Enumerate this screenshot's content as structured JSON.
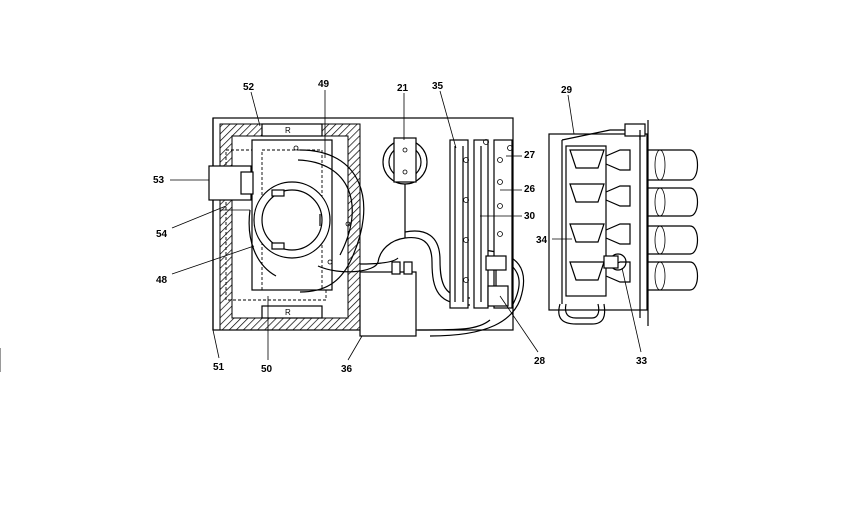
{
  "callouts": {
    "c52": "52",
    "c49": "49",
    "c21": "21",
    "c35": "35",
    "c27": "27",
    "c26": "26",
    "c30": "30",
    "c29": "29",
    "c34": "34",
    "c33": "33",
    "c53": "53",
    "c54": "54",
    "c48": "48",
    "c51": "51",
    "c50": "50",
    "c36": "36",
    "c28": "28"
  },
  "colors": {
    "line": "#000000",
    "background": "#ffffff",
    "insulation_hatch": "#000000"
  }
}
